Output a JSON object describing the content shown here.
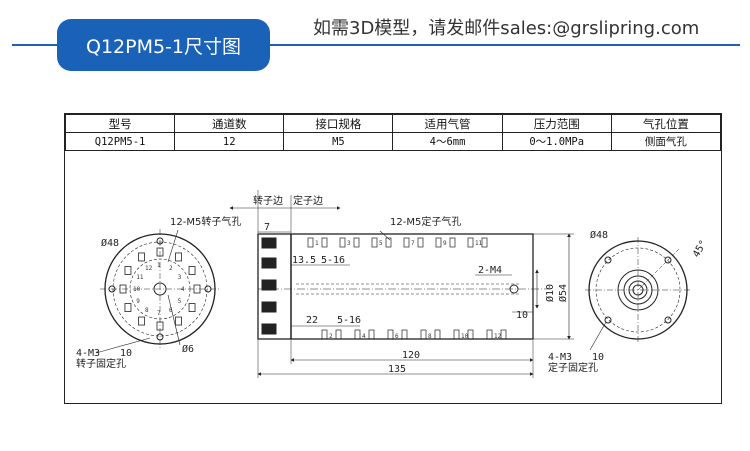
{
  "header": {
    "badge_title": "Q12PM5-1尺寸图",
    "contact": "如需3D模型，请发邮件sales:@grslipring.com",
    "accent_color": "#1a62b8"
  },
  "spec_table": {
    "headers": [
      "型号",
      "通道数",
      "接口规格",
      "适用气管",
      "压力范围",
      "气孔位置"
    ],
    "values": [
      "Q12PM5-1",
      "12",
      "M5",
      "4～6mm",
      "0～1.0MPa",
      "侧面气孔"
    ]
  },
  "drawing": {
    "left_view": {
      "dia_label": "Ø48",
      "top_note": "12-M5转子气孔",
      "bottom_note_1": "4-M3",
      "bottom_note_1b": "10",
      "bottom_note_2": "转子固定孔",
      "hole_label": "Ø6",
      "port_numbers": [
        "1",
        "2",
        "3",
        "4",
        "5",
        "6",
        "7",
        "8",
        "9",
        "10",
        "11",
        "12"
      ]
    },
    "side_view": {
      "rotor_stator_label": "转子边",
      "stator_label": "定子边",
      "top_port_note": "12-M5定子气孔",
      "dim_7": "7",
      "dim_13_5": "13.5",
      "dim_5_16_top": "5-16",
      "dim_2_m4": "2-M4",
      "dim_22": "22",
      "dim_5_16_bottom": "5-16",
      "dim_10": "10",
      "dim_phi10": "Ø10",
      "dim_phi54": "Ø54",
      "dim_120": "120",
      "dim_135": "135",
      "top_port_numbers": [
        "1",
        "3",
        "5",
        "7",
        "9",
        "11"
      ],
      "bottom_port_numbers": [
        "2",
        "4",
        "6",
        "8",
        "10",
        "12"
      ]
    },
    "right_view": {
      "dia_label": "Ø48",
      "angle_label": "45°",
      "bottom_note_1": "4-M3",
      "bottom_note_1b": "10",
      "bottom_note_2": "定子固定孔"
    }
  }
}
